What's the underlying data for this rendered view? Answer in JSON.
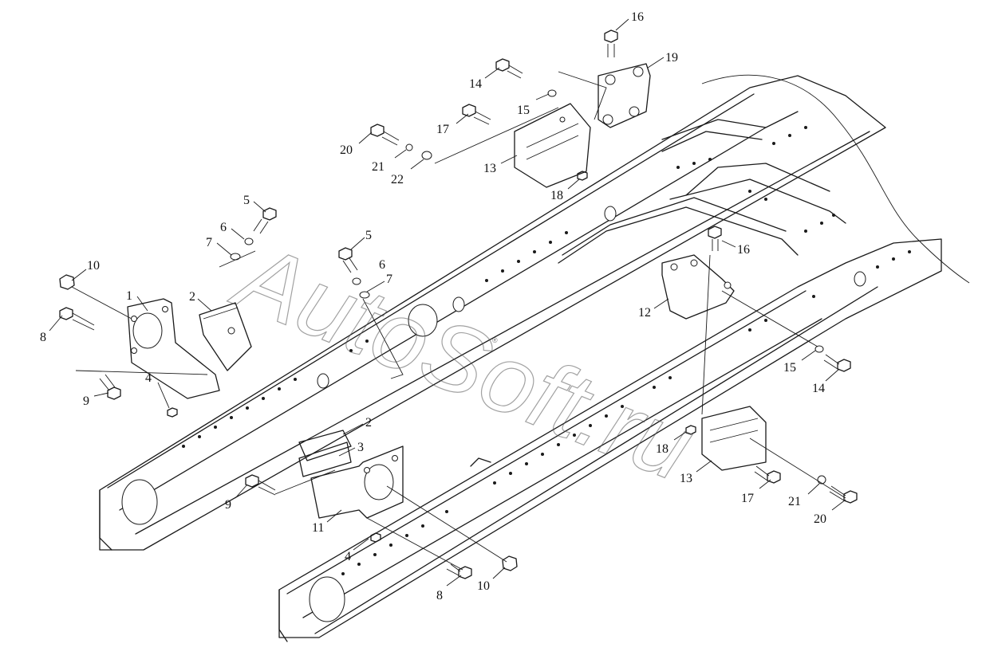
{
  "watermark": {
    "text": "AutoSoft.ru",
    "small_mark": "®"
  },
  "callouts": {
    "c1": "1",
    "c2a": "2",
    "c2b": "2",
    "c3": "3",
    "c4a": "4",
    "c4b": "4",
    "c5a": "5",
    "c5b": "5",
    "c6a": "6",
    "c6b": "6",
    "c7a": "7",
    "c7b": "7",
    "c8a": "8",
    "c8b": "8",
    "c9a": "9",
    "c9b": "9",
    "c10a": "10",
    "c10b": "10",
    "c11": "11",
    "c12": "12",
    "c13a": "13",
    "c13b": "13",
    "c14a": "14",
    "c14b": "14",
    "c15a": "15",
    "c15b": "15",
    "c16a": "16",
    "c16b": "16",
    "c17a": "17",
    "c17b": "17",
    "c18a": "18",
    "c18b": "18",
    "c19": "19",
    "c20a": "20",
    "c20b": "20",
    "c21a": "21",
    "c21b": "21",
    "c22": "22"
  }
}
